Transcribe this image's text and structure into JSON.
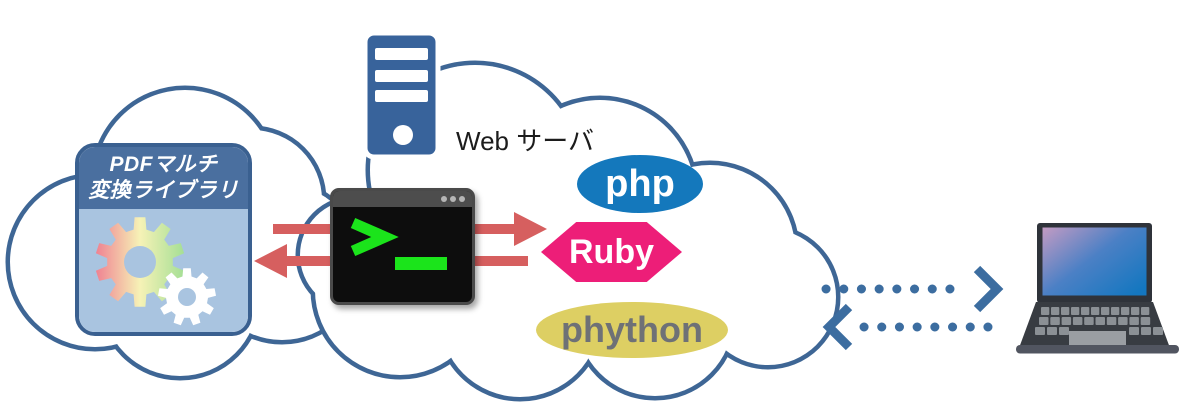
{
  "pdf_library": {
    "line1": "PDFマルチ",
    "line2": "変換ライブラリ"
  },
  "web_server": {
    "label": "Web サーバ"
  },
  "badges": {
    "php": {
      "label": "php"
    },
    "ruby": {
      "label": "Ruby"
    },
    "python": {
      "label": "phython"
    }
  },
  "icons": {
    "server": "server-tower-icon",
    "terminal": "terminal-prompt-icon",
    "gears": "gears-icon",
    "laptop": "laptop-icon"
  },
  "colors": {
    "cloud_border": "#3e6695",
    "cloud_fill": "#ffffff",
    "pdf_border": "#3a6090",
    "pdf_header": "#4a6f9f",
    "pdf_body": "#a9c4e0",
    "gear_pink": "#ef8292",
    "gear_yellow": "#f6f2b6",
    "gear_green": "#a5df95",
    "gear_white": "#ffffff",
    "server_blue": "#38639b",
    "terminal_title": "#4d4d4d",
    "terminal_body": "#0d0d0d",
    "terminal_border": "#4a4a4a",
    "terminal_green": "#1be41b",
    "terminal_dots": "#b5b5b5",
    "arrow_red": "#d65f5f",
    "php_blue": "#1478bc",
    "ruby_pink": "#ed1e78",
    "python_yellow": "#ddcf63",
    "python_text": "#6e7176",
    "dotted_blue": "#3c6da0",
    "label_text": "#1c1c1c",
    "laptop_frame": "#2f333a",
    "laptop_deck": "#383c42",
    "laptop_keys": "#8b9095",
    "laptop_pad": "#9a9ea3",
    "laptop_base": "#515560",
    "screen_grad_start": "#c39bc3",
    "screen_grad_mid": "#4b80c5",
    "screen_grad_end": "#1477c0"
  }
}
